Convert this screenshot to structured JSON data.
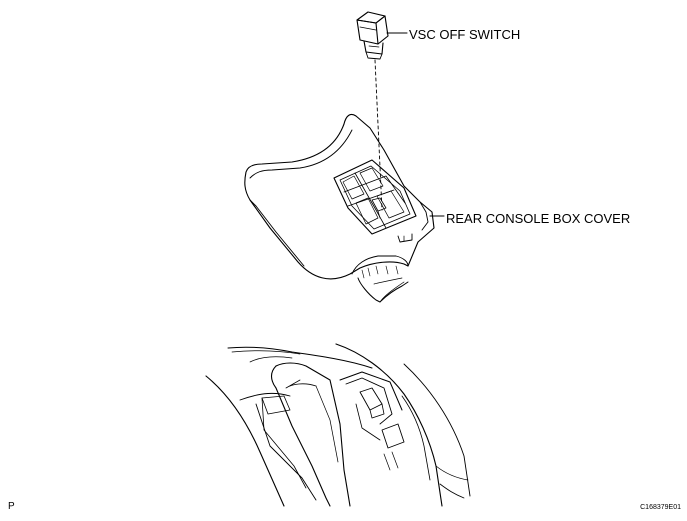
{
  "labels": {
    "switch": "VSC OFF SWITCH",
    "cover": "REAR CONSOLE BOX COVER"
  },
  "corner": {
    "left": "P",
    "right": "C168379E01"
  },
  "colors": {
    "line": "#000000",
    "background": "#ffffff"
  }
}
